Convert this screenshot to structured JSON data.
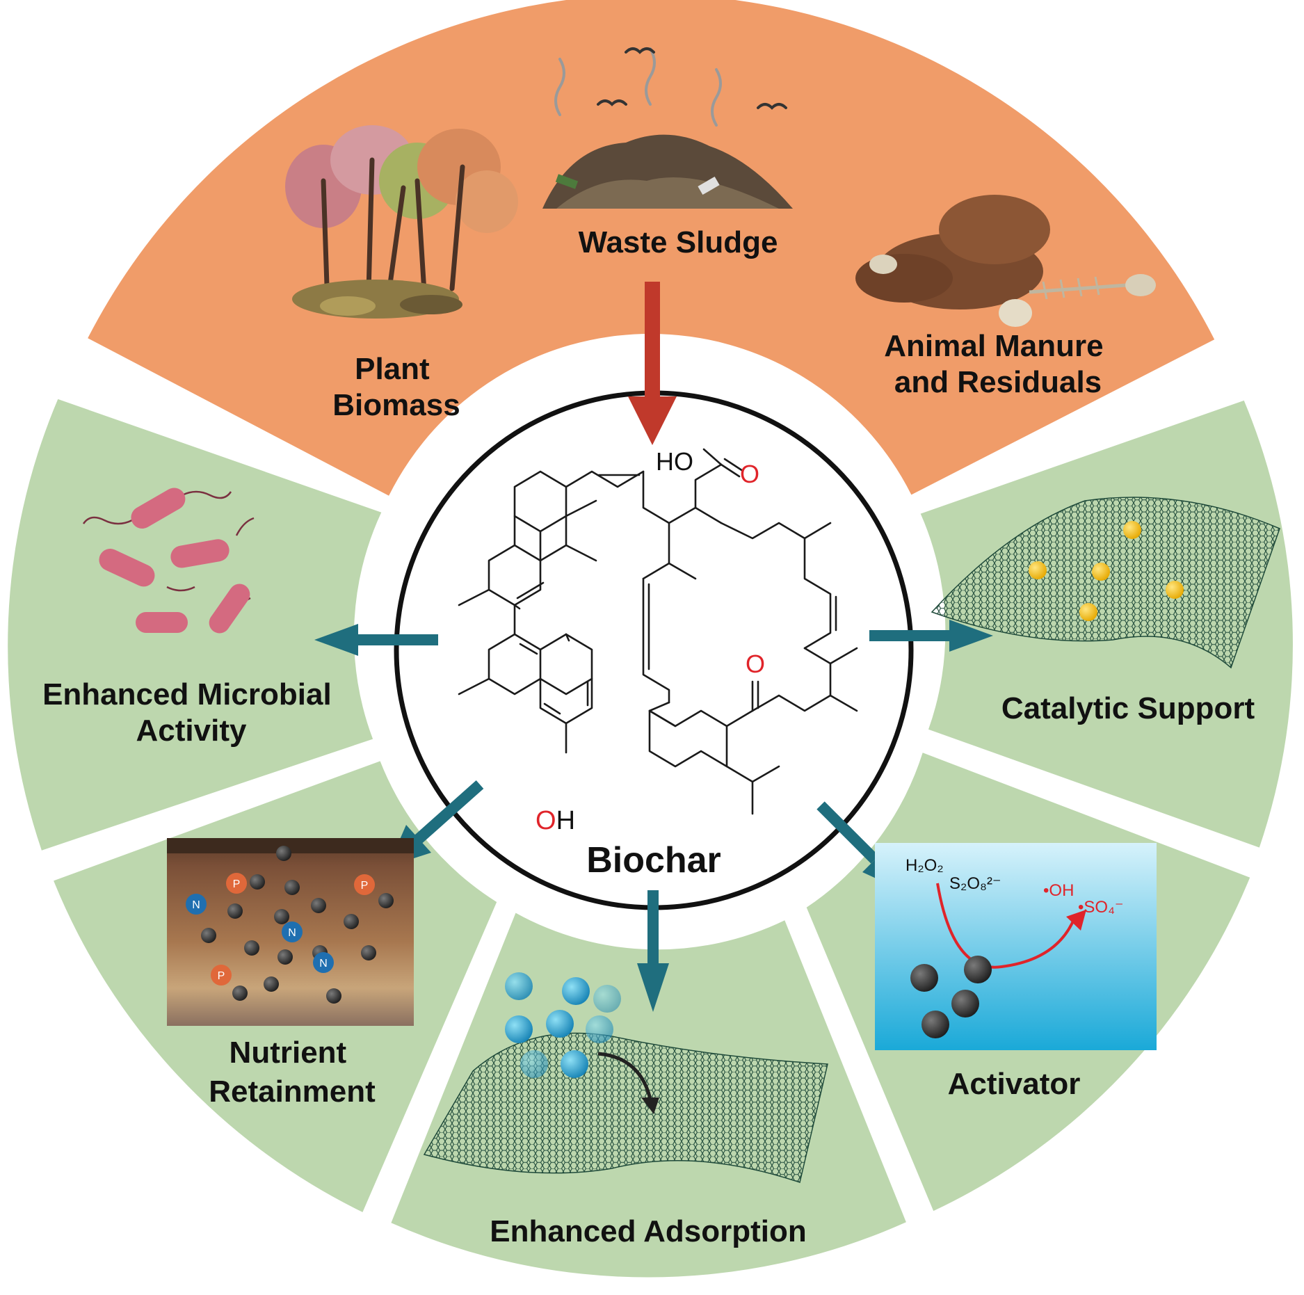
{
  "center": {
    "title": "Biochar",
    "atoms": {
      "ho": "HO",
      "o_carboxyl": "O",
      "o_ketone": "O",
      "oh": "OH"
    }
  },
  "sources": {
    "plant": [
      "Plant",
      "Biomass"
    ],
    "sludge": [
      "Waste Sludge"
    ],
    "manure": [
      "Animal Manure",
      "and Residuals"
    ]
  },
  "applications": {
    "microbial": [
      "Enhanced Microbial",
      "Activity"
    ],
    "catalytic": [
      "Catalytic Support"
    ],
    "nutrient": [
      "Nutrient",
      "Retainment"
    ],
    "adsorption": [
      "Enhanced Adsorption"
    ],
    "activator": [
      "Activator"
    ]
  },
  "activator_panel": {
    "oxidant1": "H₂O₂",
    "oxidant2": "S₂O₈²⁻",
    "radical1": "•OH",
    "radical2": "•SO₄⁻"
  },
  "nutrient_panel": {
    "p": "P",
    "n": "N"
  },
  "colors": {
    "source_fill": "#f09c69",
    "application_fill": "#bdd7ae",
    "arrow_red": "#c0392b",
    "arrow_teal": "#1f6e7e",
    "radical_red": "#e0242a"
  }
}
